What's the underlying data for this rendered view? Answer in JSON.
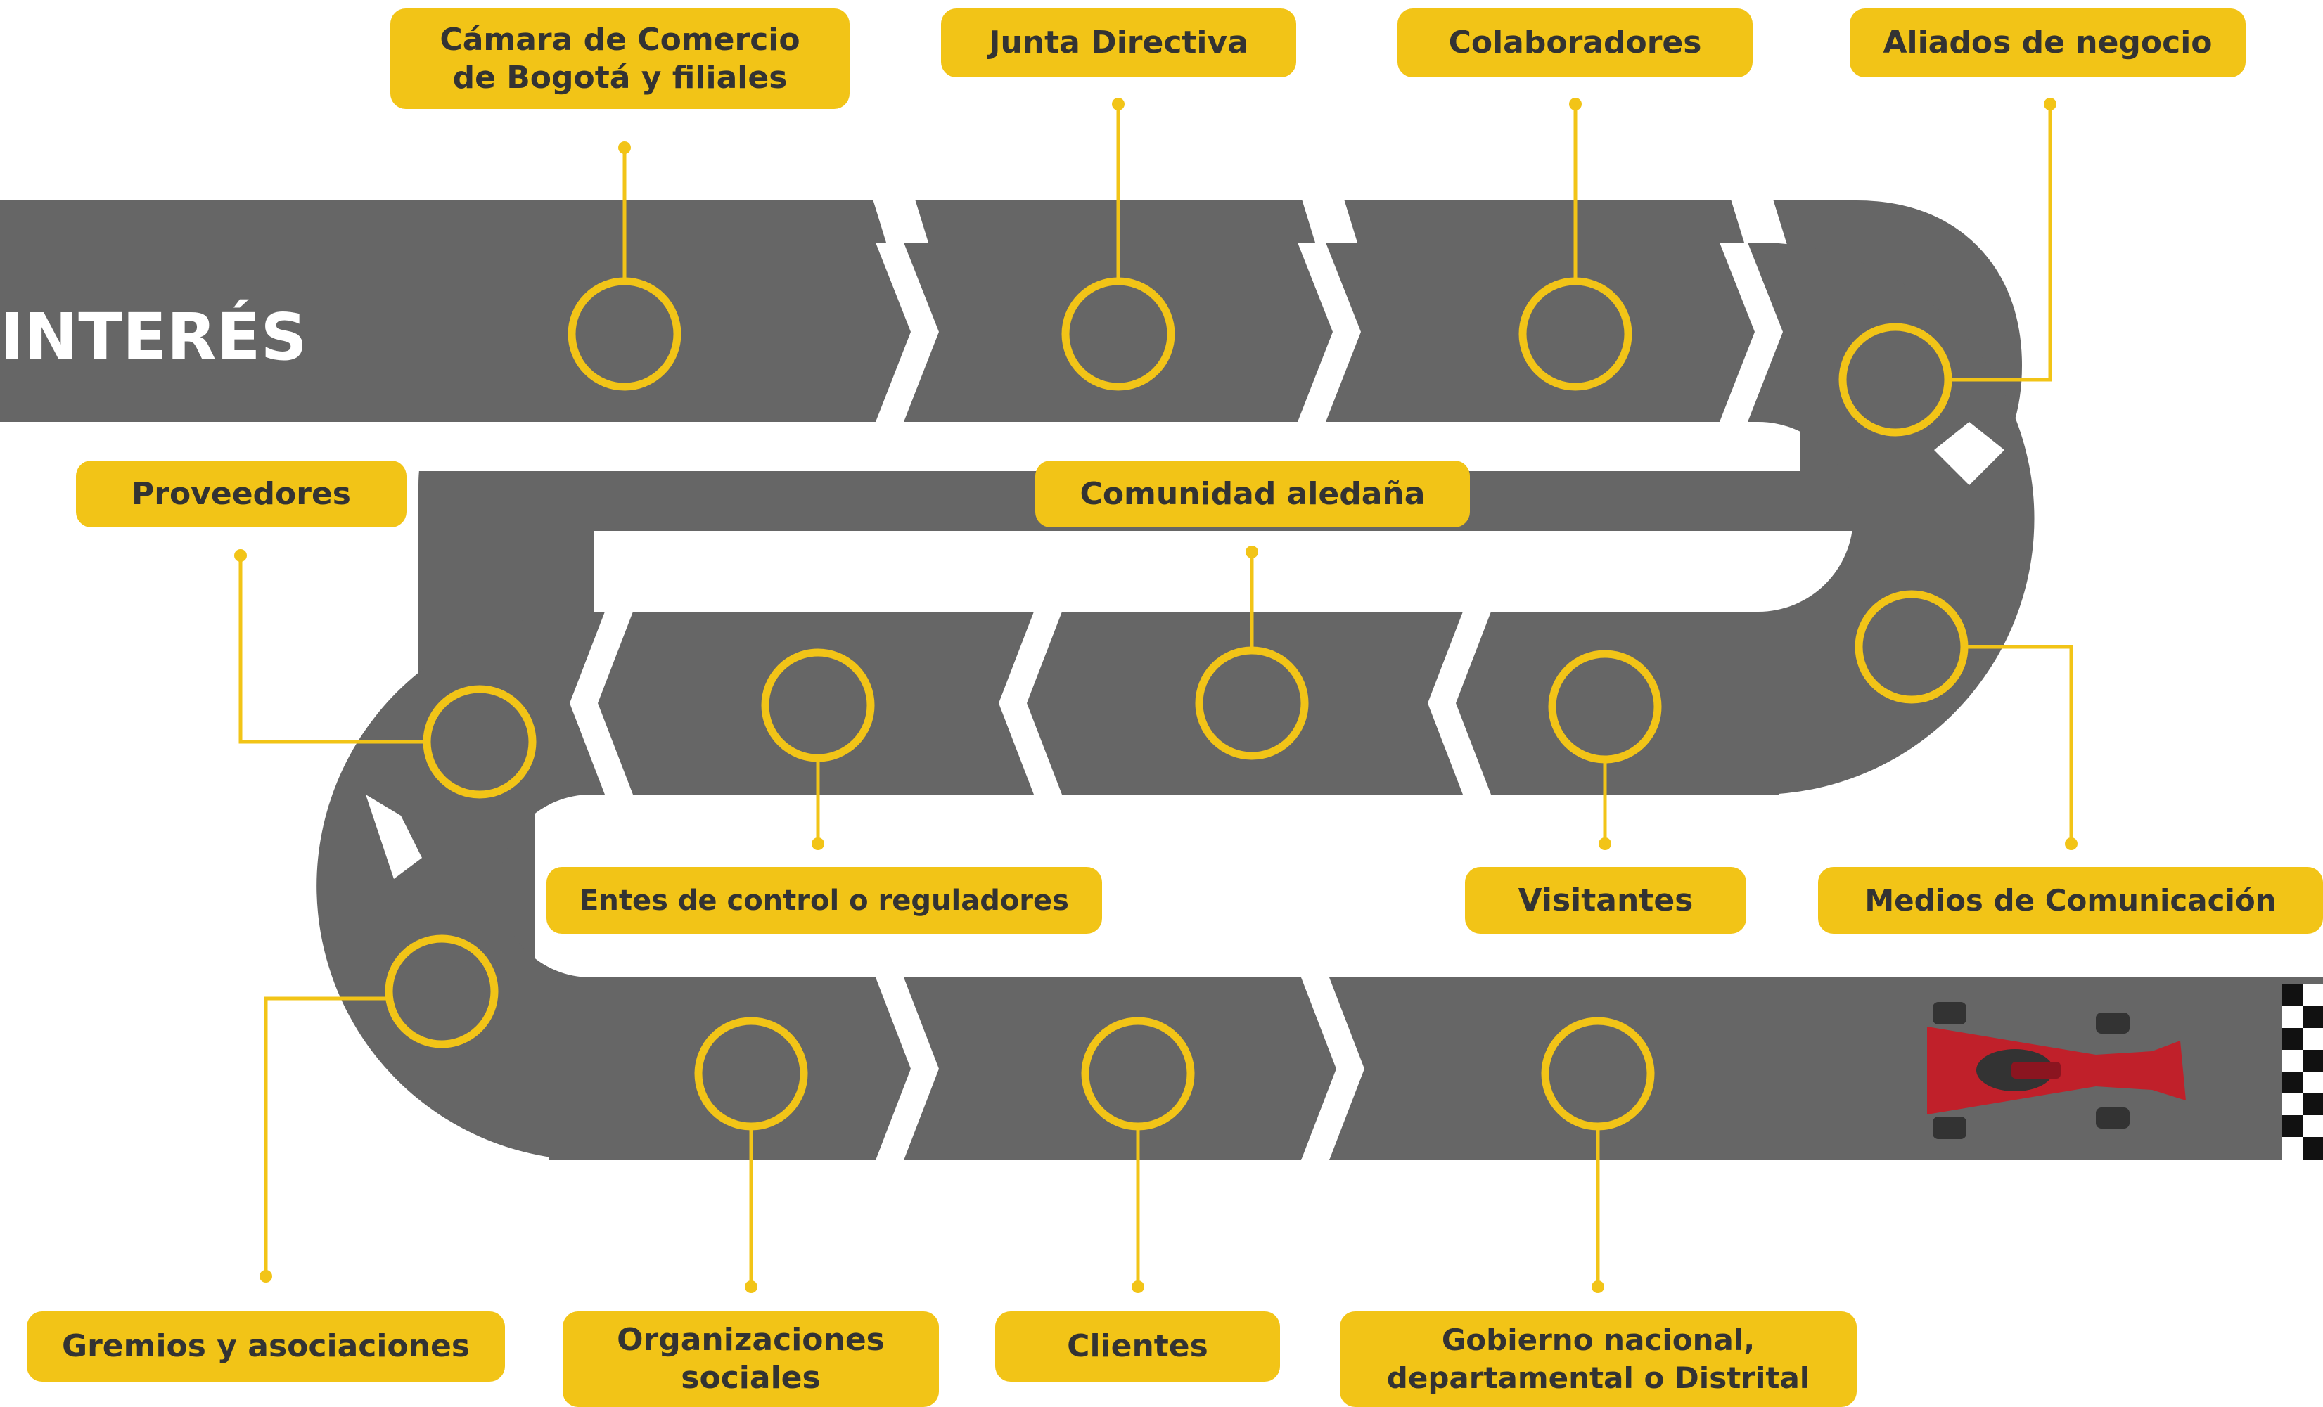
{
  "title": "INTERÉS",
  "colors": {
    "track": "#666666",
    "accent": "#f2c417",
    "label_text": "#333333",
    "background": "#ffffff",
    "car": "#c0202a"
  },
  "icons": [
    "race-car-icon",
    "checkered-flag-icon"
  ],
  "stakeholders": [
    {
      "id": "camara",
      "lines": [
        "Cámara de Comercio",
        "de Bogotá y filiales"
      ]
    },
    {
      "id": "junta",
      "lines": [
        "Junta Directiva"
      ]
    },
    {
      "id": "colaboradores",
      "lines": [
        "Colaboradores"
      ]
    },
    {
      "id": "aliados",
      "lines": [
        "Aliados de negocio"
      ]
    },
    {
      "id": "proveedores",
      "lines": [
        "Proveedores"
      ]
    },
    {
      "id": "comunidad",
      "lines": [
        "Comunidad aledaña"
      ]
    },
    {
      "id": "entes",
      "lines": [
        "Entes de control o reguladores"
      ]
    },
    {
      "id": "visitantes",
      "lines": [
        "Visitantes"
      ]
    },
    {
      "id": "medios",
      "lines": [
        "Medios de Comunicación"
      ]
    },
    {
      "id": "gremios",
      "lines": [
        "Gremios y asociaciones"
      ]
    },
    {
      "id": "organizaciones",
      "lines": [
        "Organizaciones",
        "sociales"
      ]
    },
    {
      "id": "clientes",
      "lines": [
        "Clientes"
      ]
    },
    {
      "id": "gobierno",
      "lines": [
        "Gobierno nacional,",
        "departamental o Distrital"
      ]
    }
  ]
}
